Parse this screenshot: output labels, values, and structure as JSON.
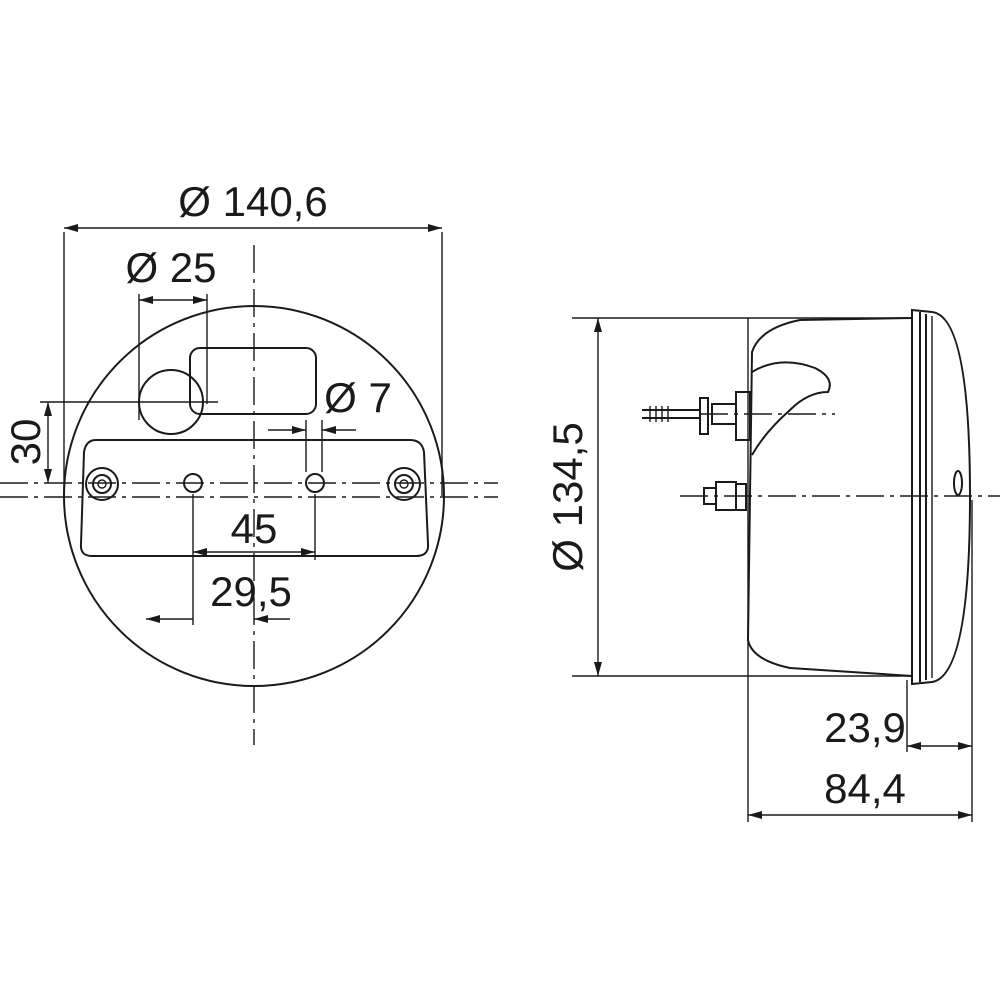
{
  "front_view": {
    "outer_diameter": "Ø 140,6",
    "hole_diameter": "Ø 25",
    "mount_hole_diameter": "Ø 7",
    "height_offset": "30",
    "hole_spacing": "45",
    "hole_offset": "29,5"
  },
  "side_view": {
    "diameter": "Ø 134,5",
    "lens_depth": "23,9",
    "total_depth": "84,4"
  }
}
